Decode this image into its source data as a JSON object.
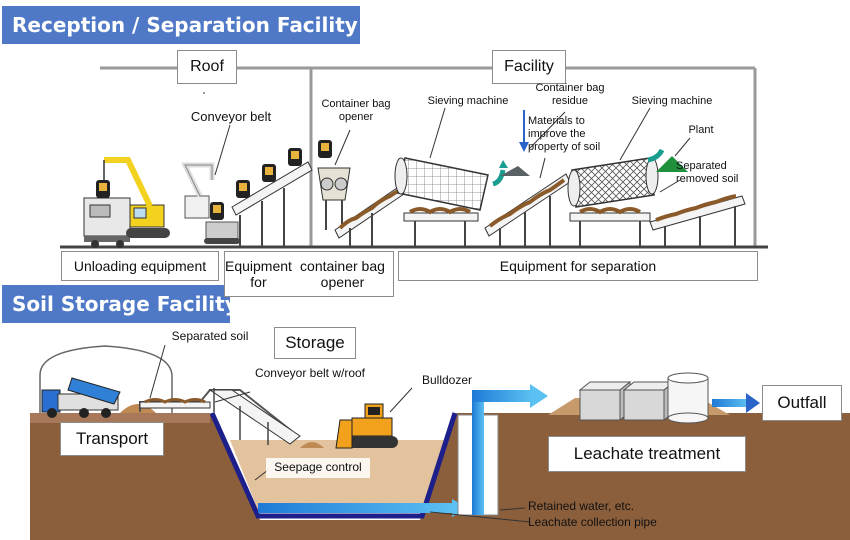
{
  "sections": {
    "reception": "Reception / Separation Facility",
    "soil_storage": "Soil Storage Facility"
  },
  "top": {
    "roof": "Roof",
    "facility": "Facility",
    "conveyor_belt": "Conveyor belt",
    "container_bag_opener": [
      "Container bag",
      "opener"
    ],
    "sieving_machine_1": "Sieving machine",
    "container_bag_residue": [
      "Container bag",
      "residue"
    ],
    "materials_improve": [
      "Materials to",
      "improve the",
      "property of soil"
    ],
    "sieving_machine_2": "Sieving machine",
    "plant": "Plant",
    "separated_removed_soil": [
      "Separated",
      "removed soil"
    ],
    "unloading_equipment": "Unloading equipment",
    "equipment_bag_opener": [
      "Equipment for",
      "container bag opener"
    ],
    "equipment_separation": "Equipment for separation"
  },
  "bottom": {
    "separated_soil": "Separated soil",
    "storage": "Storage",
    "conveyor_belt_roof": "Conveyor belt w/roof",
    "bulldozer": "Bulldozer",
    "transport": "Transport",
    "seepage_control": "Seepage control",
    "leachate_treatment": "Leachate treatment",
    "outfall": "Outfall",
    "retained_water": "Retained water, etc.",
    "leachate_collection_pipe": "Leachate collection pipe"
  },
  "colors": {
    "banner": "#4f79c7",
    "ground": "#8b5f3c",
    "pipe": "#1f7ad6",
    "liner": "#1d1f8a"
  }
}
